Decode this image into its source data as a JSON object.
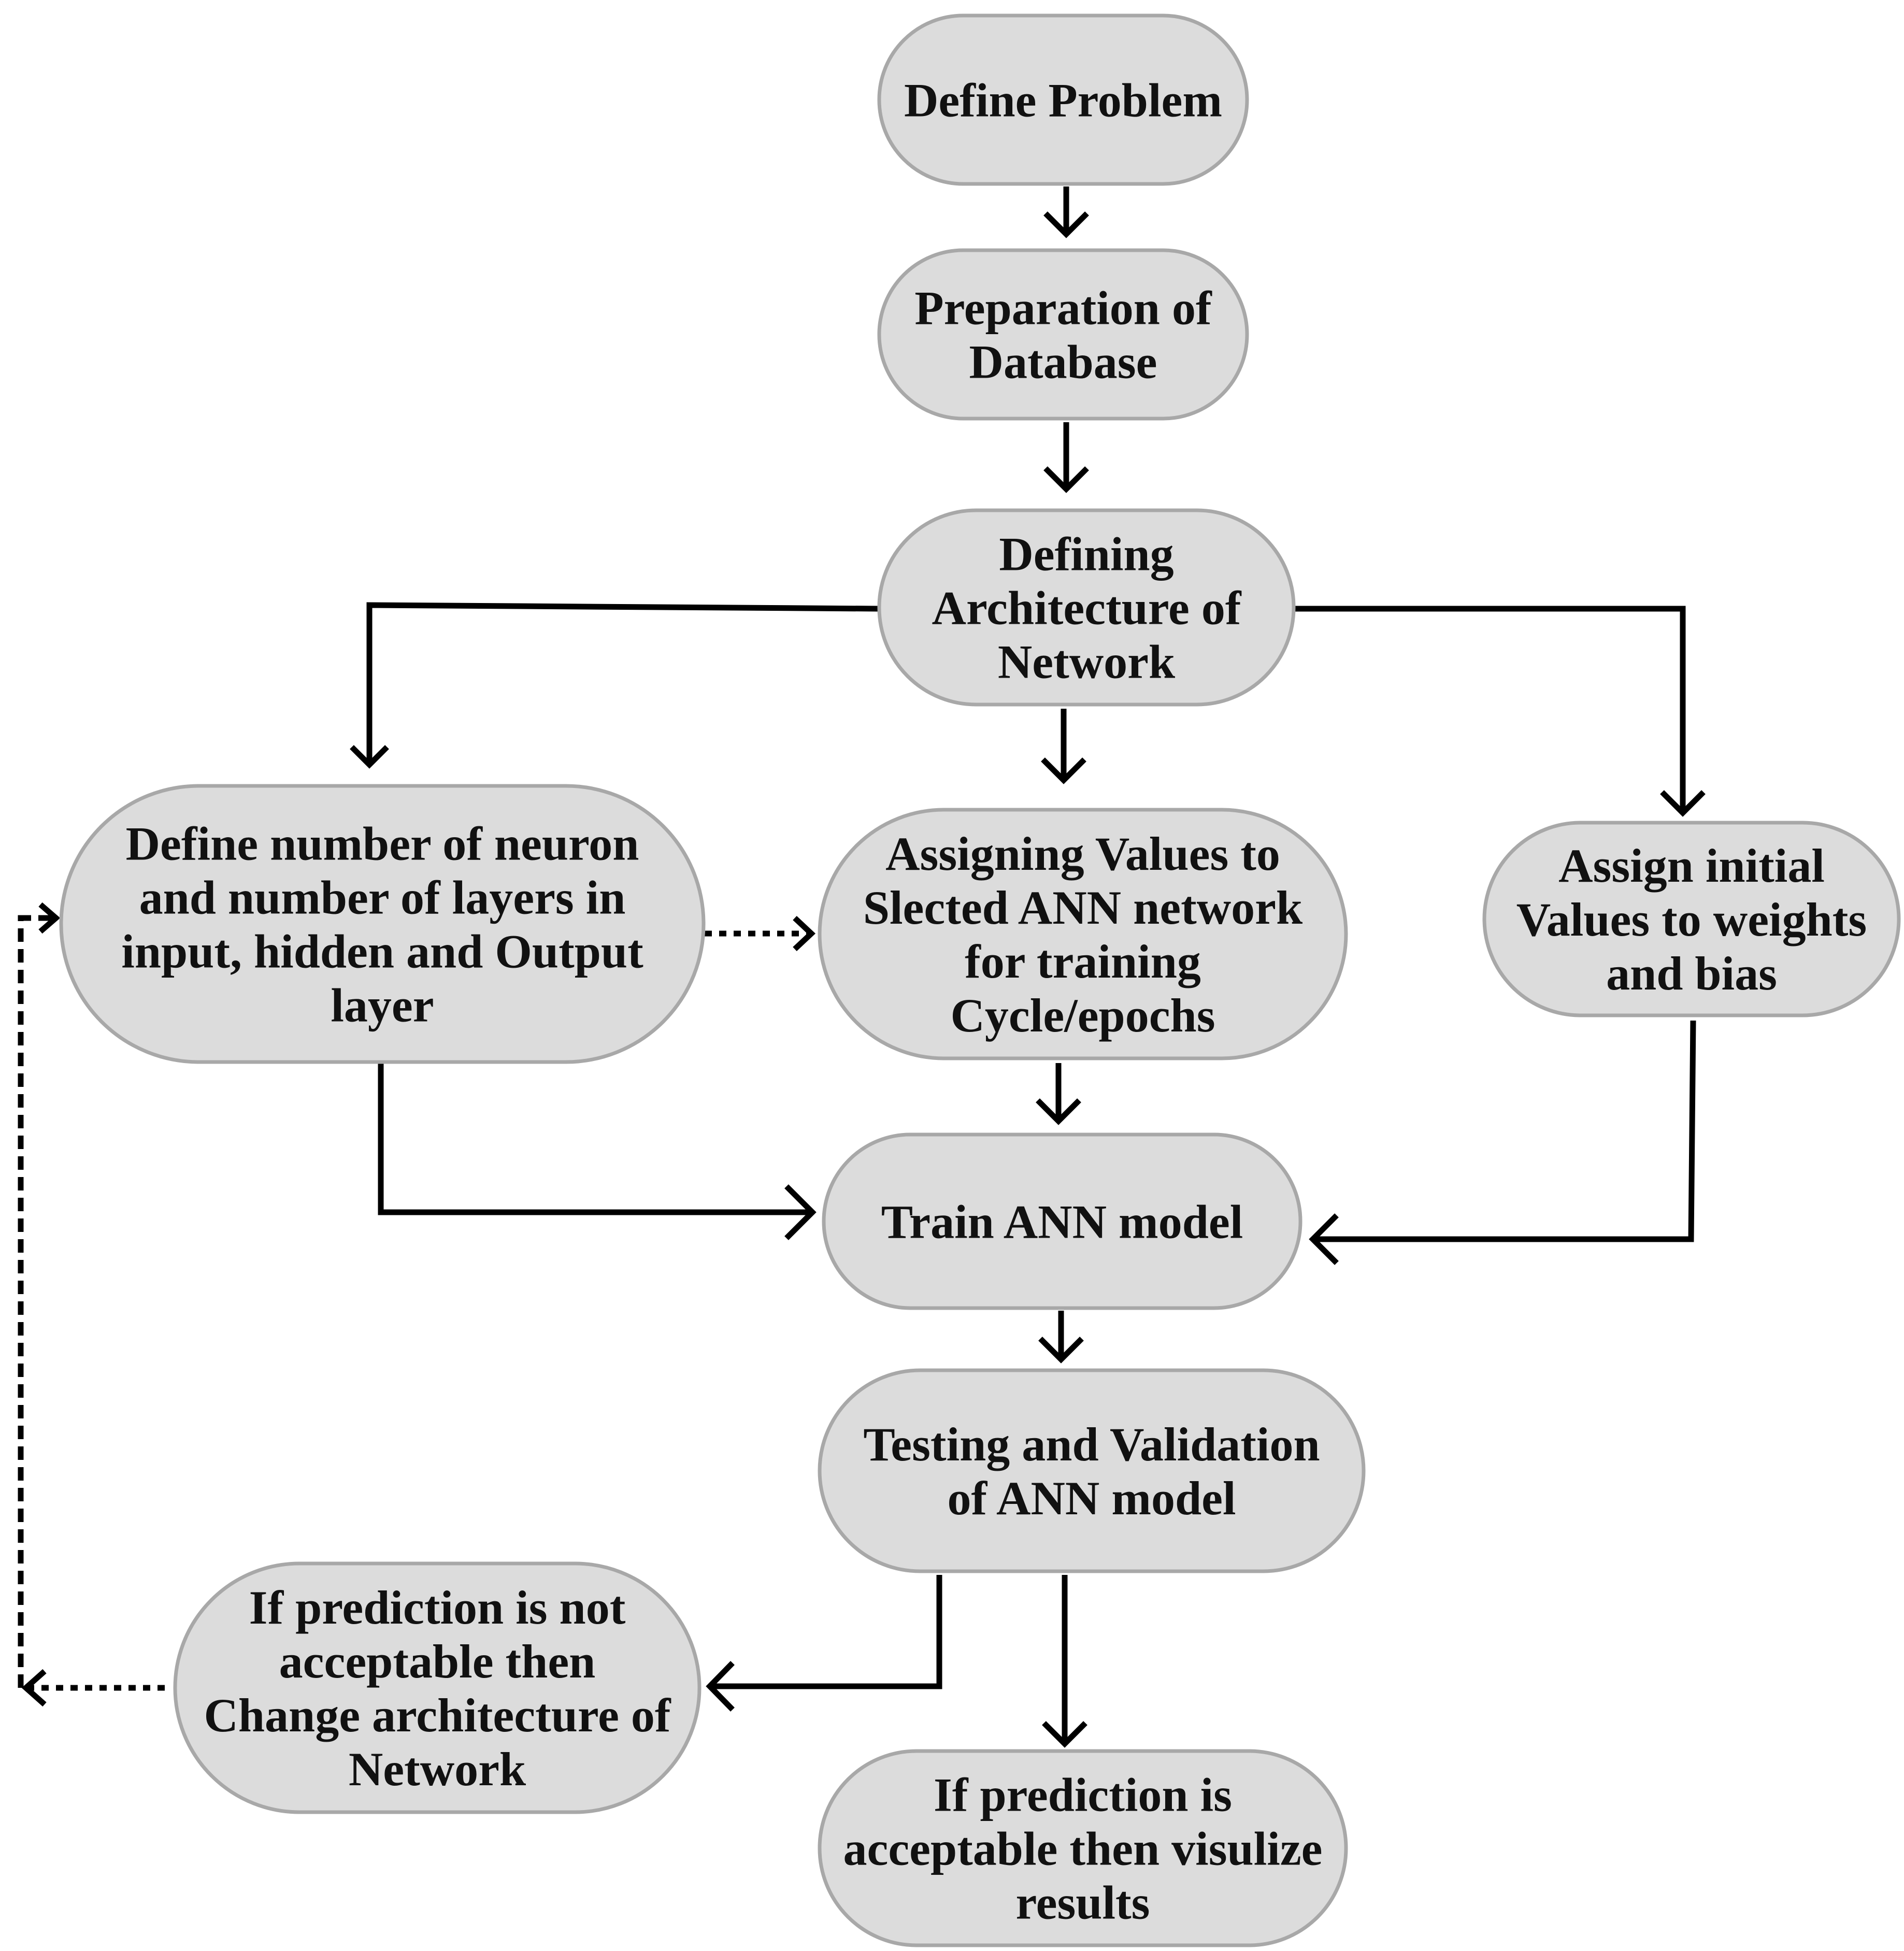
{
  "nodes": {
    "define_problem": {
      "lines": [
        "Define Problem"
      ]
    },
    "preparation": {
      "lines": [
        "Preparation of",
        "Database"
      ]
    },
    "architecture": {
      "lines": [
        "Defining",
        "Architecture of",
        "Network"
      ]
    },
    "neurons_layers": {
      "lines": [
        "Define number of neuron",
        "and number of layers  in",
        "input, hidden and Output",
        "layer"
      ]
    },
    "assign_values": {
      "lines": [
        "Assigning Values to",
        "Slected ANN network",
        "for training",
        "Cycle/epochs"
      ]
    },
    "initial_weights": {
      "lines": [
        "Assign initial",
        "Values to weights",
        "and bias"
      ]
    },
    "train": {
      "lines": [
        "Train ANN model"
      ]
    },
    "testing": {
      "lines": [
        "Testing and Validation",
        "of ANN model"
      ]
    },
    "not_acceptable": {
      "lines": [
        "If prediction is not",
        "acceptable then",
        "Change architecture of",
        "Network"
      ]
    },
    "acceptable": {
      "lines": [
        "If prediction is",
        "acceptable then visulize",
        "results"
      ]
    }
  },
  "colors": {
    "node_fill": "#dcdcdc",
    "node_border": "#a8a8a8",
    "text": "#111111",
    "arrow": "#000000"
  }
}
